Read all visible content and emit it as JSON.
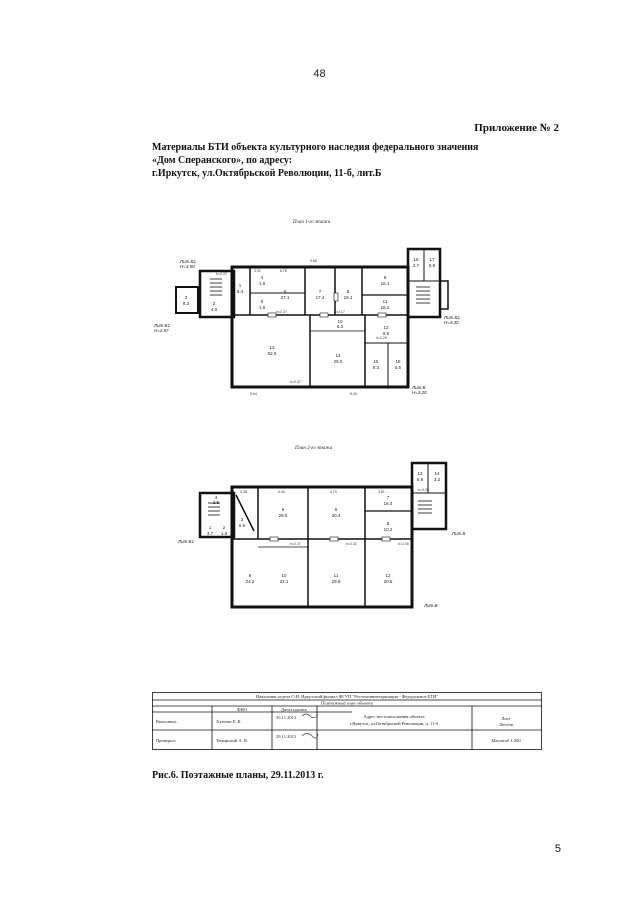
{
  "page_number": "48",
  "appendix": "Приложение  № 2",
  "heading": {
    "line1": "Материалы   БТИ   объекта культурного наследия  федерального значения",
    "line2": "«Дом Сперанского»,   по адресу:",
    "line3": "г.Иркутск,  ул.Октябрьской Революции,  11-б,     лит.Б"
  },
  "plan1": {
    "title": "План 1-го этажа",
    "axis_left_top": "Лит.Б1",
    "axis_left_top_h": "Н=3.50",
    "axis_left_mid": "Лит.Б1",
    "axis_left_mid_h": "Н=2.97",
    "axis_right_mid": "Лит.Б1",
    "axis_right_mid_h": "Н=3.30",
    "axis_right_bot": "Лит.Б",
    "axis_right_bot_h": "Н=3.20",
    "rooms": [
      {
        "no": "1",
        "area": "8.4"
      },
      {
        "no": "2",
        "area": "4.0"
      },
      {
        "no": "3",
        "area": "8.2"
      },
      {
        "no": "4",
        "area": "1.9"
      },
      {
        "no": "5",
        "area": "1.9"
      },
      {
        "no": "6",
        "area": "27.1"
      },
      {
        "no": "7",
        "area": "17.4"
      },
      {
        "no": "8",
        "area": "18.1"
      },
      {
        "no": "9",
        "area": "16.1"
      },
      {
        "no": "10",
        "area": "6.3"
      },
      {
        "no": "11",
        "area": "18.2"
      },
      {
        "no": "12",
        "area": "9.5"
      },
      {
        "no": "13",
        "area": "52.9"
      },
      {
        "no": "14",
        "area": "25.0"
      },
      {
        "no": "15",
        "area": "6.3"
      },
      {
        "no": "16",
        "area": "5.5"
      },
      {
        "no": "17",
        "area": "5.8"
      },
      {
        "no": "18",
        "area": "3.7"
      }
    ],
    "dims": [
      "9.65",
      "3.92",
      "6.78",
      "5.64",
      "5.40",
      "h=2.37",
      "h=2.17",
      "h=2.37",
      "h=2.20",
      "h=2.37"
    ]
  },
  "plan2": {
    "title": "План 2-го этажа",
    "axis_left": "Лит.Б1",
    "axis_right": "Лит.Б",
    "axis_right_bot": "Лит.Б",
    "rooms": [
      {
        "no": "1",
        "area": "3.7"
      },
      {
        "no": "2",
        "area": "1.8"
      },
      {
        "no": "3",
        "area": "6.5"
      },
      {
        "no": "4",
        "area": "2.5"
      },
      {
        "no": "5",
        "area": "28.6"
      },
      {
        "no": "6",
        "area": "30.4"
      },
      {
        "no": "7",
        "area": "18.4"
      },
      {
        "no": "8",
        "area": "10.2"
      },
      {
        "no": "9",
        "area": "24.2"
      },
      {
        "no": "10",
        "area": "32.1"
      },
      {
        "no": "11",
        "area": "29.9"
      },
      {
        "no": "12",
        "area": "20.6"
      },
      {
        "no": "13",
        "area": "6.9"
      },
      {
        "no": "14",
        "area": "3.2"
      }
    ],
    "dims": [
      "6.40",
      "3.38",
      "4.70",
      "3.81",
      "h=2.37",
      "h=2.33",
      "h=2.35",
      "h=3.20"
    ]
  },
  "stamp": {
    "header": "Начальник отдела О.Н. Иркутский филиал ФГУП \"Ростехинвентаризация - Федеральное БТИ\"",
    "subheader": "Поэтажный план объекта",
    "col_fio": "ФИО",
    "col_sign": "Дата/подпись",
    "role1": "Выполнил:",
    "name1": "Хэтоева Е. К.",
    "date1": "29.11.2013",
    "role2": "Проверил:",
    "name2": "Тюкарский А. В.",
    "date2": "29.11.2013",
    "address_label": "Адрес местоположения объекта",
    "address": "г.Иркутск, ул.Октябрьской Революции, д. 11-б",
    "sheet_label": "Лист",
    "sheets_label": "Листов",
    "scale": "Масштаб 1:200"
  },
  "caption": "Рис.6.    Поэтажные   планы,     29.11.2013 г.",
  "sheet_number": "5"
}
